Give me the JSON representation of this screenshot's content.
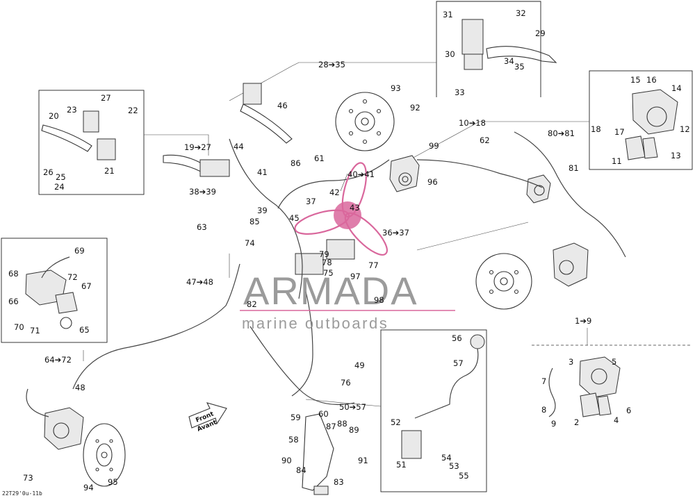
{
  "watermark": {
    "brand": "ARMADA",
    "tagline": "marine outboards",
    "accent_color": "#d9679c",
    "text_color": "#8a8a8a"
  },
  "direction_label": {
    "line1": "Front",
    "line2": "Avant"
  },
  "drawing_code": "22T29'0u-11b",
  "callouts": [
    "31",
    "32",
    "29",
    "30",
    "34",
    "35",
    "33",
    "93",
    "92",
    "28➔35",
    "10➔18",
    "80➔81",
    "15",
    "16",
    "14",
    "18",
    "17",
    "12",
    "11",
    "13",
    "27",
    "22",
    "23",
    "20",
    "21",
    "26",
    "25",
    "24",
    "46",
    "44",
    "19➔27",
    "38➔39",
    "41",
    "86",
    "61",
    "40➔41",
    "42",
    "37",
    "43",
    "39",
    "45",
    "85",
    "63",
    "74",
    "36➔37",
    "47➔48",
    "79",
    "78",
    "75",
    "97",
    "77",
    "98",
    "82",
    "73",
    "76",
    "49",
    "50➔57",
    "60",
    "59",
    "88",
    "89",
    "87",
    "91",
    "58",
    "90",
    "84",
    "83",
    "99",
    "62",
    "96",
    "81",
    "1➔9",
    "69",
    "68",
    "72",
    "67",
    "66",
    "70",
    "71",
    "65",
    "64➔72",
    "48",
    "95",
    "94",
    "56",
    "57",
    "52",
    "51",
    "54",
    "53",
    "55",
    "3",
    "5",
    "7",
    "8",
    "9",
    "2",
    "4",
    "6"
  ]
}
